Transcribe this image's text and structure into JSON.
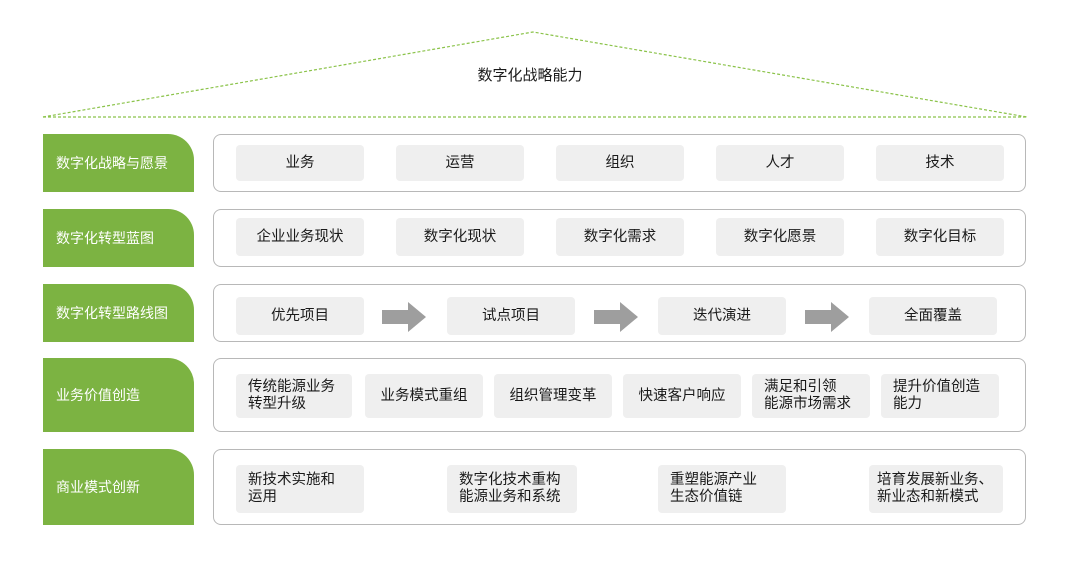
{
  "roof_title": "数字化战略能力",
  "colors": {
    "label_bg": "#7cb342",
    "roof_line": "#8bc34a",
    "item_bg": "#efefef",
    "panel_border": "#b8b8b8",
    "arrow": "#9e9e9e"
  },
  "rows": [
    {
      "label": "数字化战略与愿景",
      "items": [
        "业务",
        "运营",
        "组织",
        "人才",
        "技术"
      ]
    },
    {
      "label": "数字化转型蓝图",
      "items": [
        "企业业务现状",
        "数字化现状",
        "数字化需求",
        "数字化愿景",
        "数字化目标"
      ]
    },
    {
      "label": "数字化转型路线图",
      "items": [
        "优先项目",
        "试点项目",
        "迭代演进",
        "全面覆盖"
      ]
    },
    {
      "label": "业务价值创造",
      "items": [
        "传统能源业务\n转型升级",
        "业务模式重组",
        "组织管理变革",
        "快速客户响应",
        "满足和引领\n能源市场需求",
        "提升价值创造\n能力"
      ]
    },
    {
      "label": "商业模式创新",
      "items": [
        "新技术实施和\n运用",
        "数字化技术重构\n能源业务和系统",
        "重塑能源产业\n生态价值链",
        "培育发展新业务、\n新业态和新模式"
      ]
    }
  ]
}
